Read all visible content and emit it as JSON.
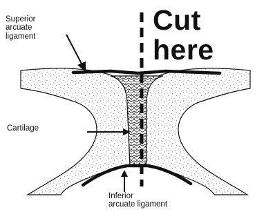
{
  "labels": {
    "superior": [
      "Superior",
      "arcuate",
      "ligament"
    ],
    "cut": [
      "Cut",
      "here"
    ],
    "cartilage": "Cartilage",
    "inferior": [
      "Inferior",
      "arcuate ligament"
    ]
  },
  "colors": {
    "ink": "#111111",
    "bone_speckle": "#9a9a9a",
    "background": "#ffffff"
  }
}
